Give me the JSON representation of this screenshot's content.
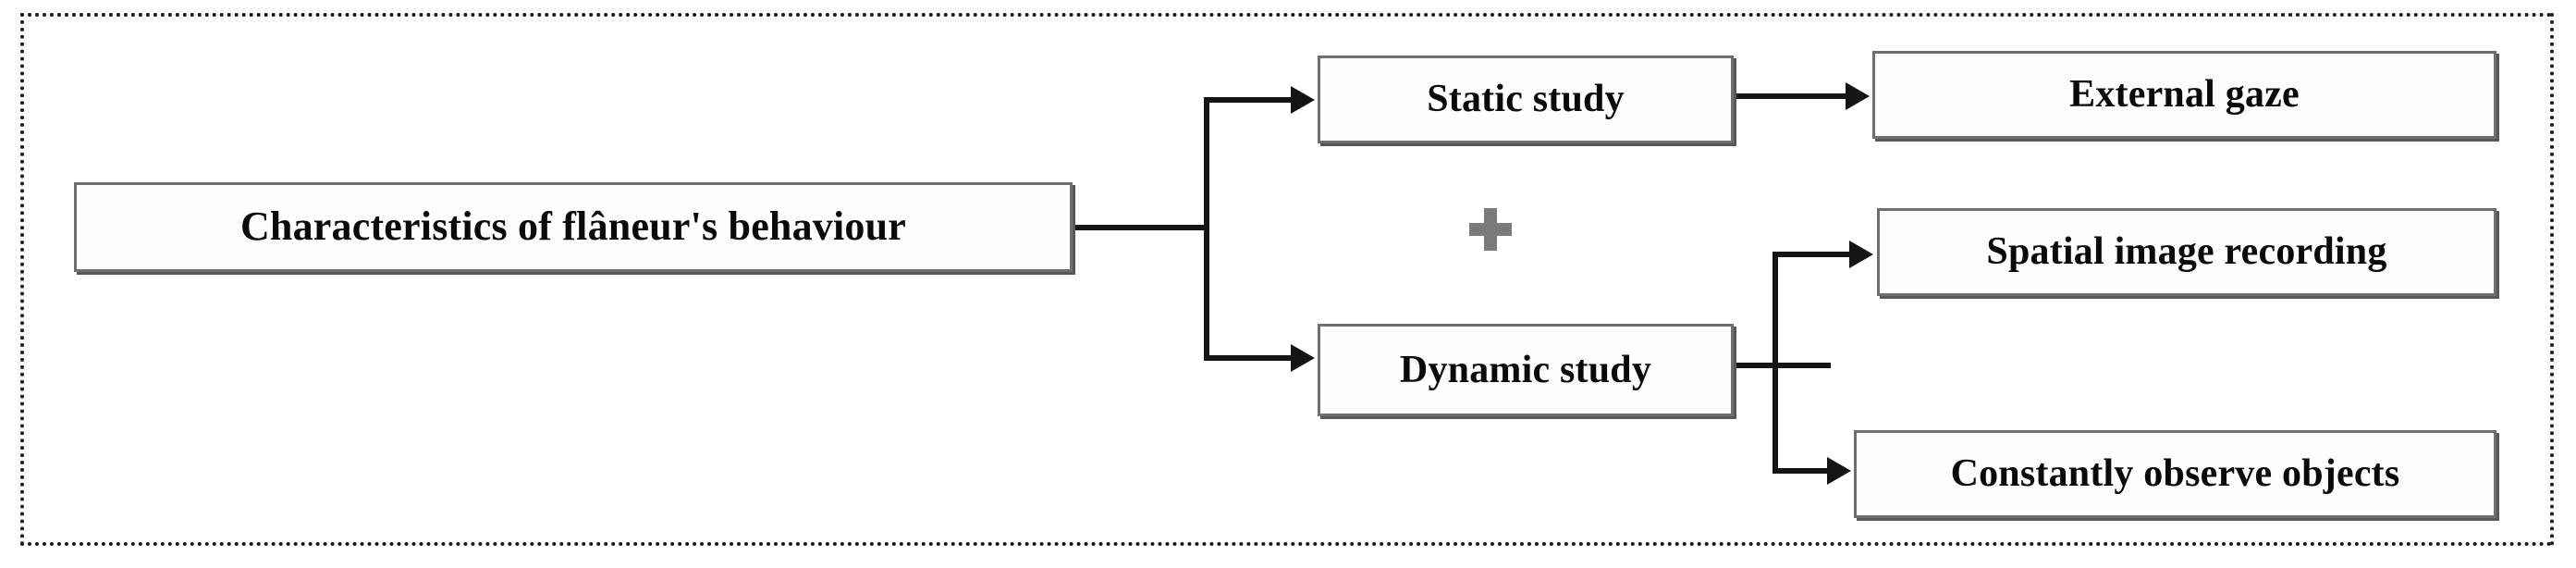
{
  "diagram": {
    "title_text": "Characteristics of flâneur's behaviour",
    "frame": {
      "style": "dotted",
      "color": "#1a1a1a"
    },
    "colors": {
      "box_border": "#6e6e6e",
      "box_shadow": "#585858",
      "box_fill": "#fdfdfd",
      "connector": "#141414",
      "text": "#0a0a0a",
      "plus_sign": "#7a7a7a"
    },
    "nodes": {
      "root": {
        "label": "Characteristics of flâneur's behaviour"
      },
      "static": {
        "label": "Static study"
      },
      "dynamic": {
        "label": "Dynamic study"
      },
      "external": {
        "label": "External gaze"
      },
      "spatial": {
        "label": "Spatial image recording"
      },
      "constant": {
        "label": "Constantly observe objects"
      }
    },
    "operators": {
      "combine": {
        "glyph": "+",
        "name": "plus-sign"
      }
    },
    "edges": [
      {
        "from": "root",
        "to": "static",
        "type": "arrow"
      },
      {
        "from": "root",
        "to": "dynamic",
        "type": "arrow"
      },
      {
        "from": "static",
        "to": "external",
        "type": "arrow"
      },
      {
        "from": "dynamic",
        "to": "spatial",
        "type": "arrow"
      },
      {
        "from": "dynamic",
        "to": "constant",
        "type": "arrow"
      }
    ]
  }
}
